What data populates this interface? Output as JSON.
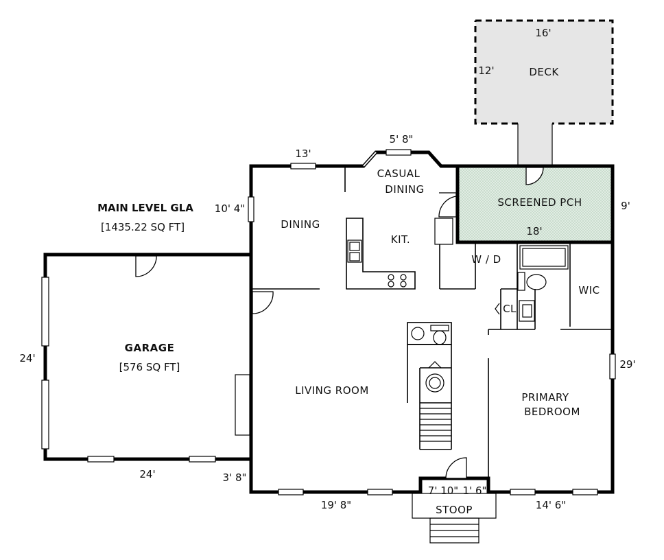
{
  "plan": {
    "summary": {
      "title": "MAIN LEVEL GLA",
      "area": "[1435.22 SQ FT]"
    },
    "rooms": {
      "deck": "DECK",
      "casual_dining": "CASUAL",
      "casual_dining_2": "DINING",
      "screened_porch": "SCREENED PCH",
      "dining": "DINING",
      "kitchen": "KIT.",
      "laundry": "W / D",
      "wic": "WIC",
      "closet": "CL",
      "garage": "GARAGE",
      "garage_area": "[576 SQ FT]",
      "living_room": "LIVING ROOM",
      "primary_bedroom": "PRIMARY",
      "primary_bedroom_2": "BEDROOM",
      "stoop": "STOOP"
    },
    "dimensions": {
      "deck_width": "16'",
      "deck_depth": "12'",
      "bay_width": "5' 8\"",
      "dining_width": "13'",
      "dining_depth": "10' 4\"",
      "porch_depth": "9'",
      "porch_width": "18'",
      "garage_depth": "24'",
      "garage_width": "24'",
      "garage_offset": "3' 8\"",
      "living_width": "19' 8\"",
      "stoop_width": "7' 10\"",
      "stoop_depth": "1' 6\"",
      "bedroom_width": "14' 6\"",
      "house_depth": "29'"
    },
    "colors": {
      "deck_fill": "#e6e6e6",
      "porch_fill": "#e4efe6",
      "line": "#000000"
    }
  }
}
